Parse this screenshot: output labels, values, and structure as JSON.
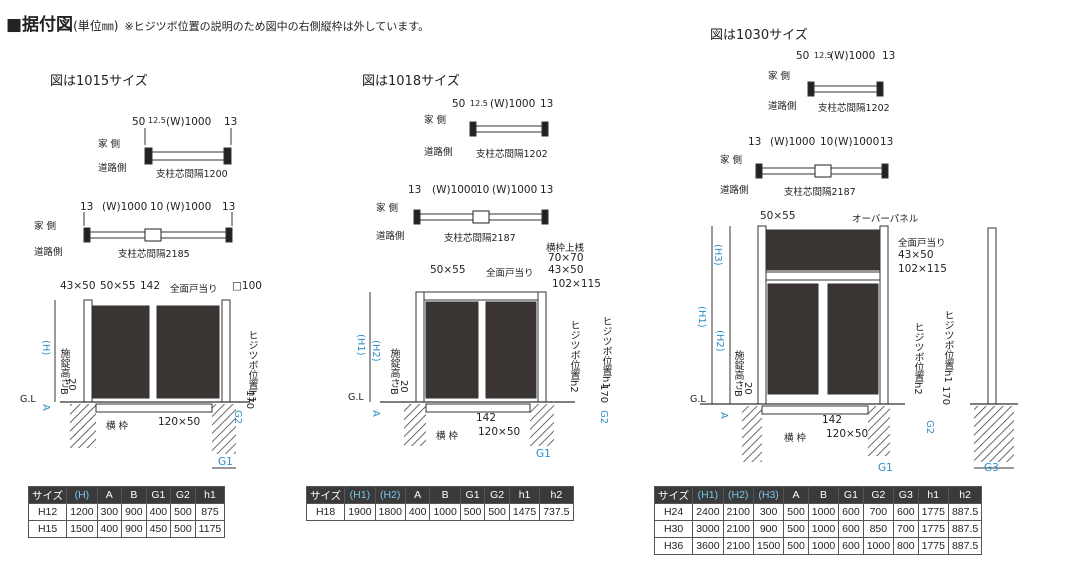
{
  "header": {
    "title": "■据付図",
    "unit": "(単位㎜)",
    "note": "※ヒジツボ位置の説明のため図中の右側縦枠は外しています。"
  },
  "captions": {
    "c1015": "図は1015サイズ",
    "c1018": "図は1018サイズ",
    "c1030": "図は1030サイズ"
  },
  "labels": {
    "house": "家 側",
    "road": "道路側",
    "gl": "G.L",
    "crossframe": "横 枠",
    "fullstop": "全面戸当り",
    "overpanel": "オーバーパネル",
    "topframe_1": "横枠上桟",
    "topframe_2": "70×70",
    "lockheight": "施錠高さB",
    "hinge_h1": "ヒジツボ位置h1",
    "hinge_h2": "ヒジツボ位置h2",
    "a": "A",
    "g1": "G1",
    "g2": "G2",
    "g3": "G3",
    "h": "(H)",
    "h1": "(H1)",
    "h2": "(H2)",
    "h3": "(H3)",
    "d20": "20",
    "d170": "170",
    "d142": "142",
    "d120x50": "120×50",
    "d43x50": "43×50",
    "d50x55": "50×55",
    "d100": "□100",
    "d102x115": "102×115"
  },
  "plans": {
    "p1015_single": {
      "left": "50",
      "gap": "12.5",
      "w": "(W)1000",
      "right": "13",
      "span": "支柱芯間隔1200"
    },
    "p1015_double": {
      "left": "13",
      "w1": "(W)1000",
      "mid": "10",
      "w2": "(W)1000",
      "right": "13",
      "span": "支柱芯間隔2185"
    },
    "p1018_single": {
      "left": "50",
      "gap": "12.5",
      "w": "(W)1000",
      "right": "13",
      "span": "支柱芯間隔1202"
    },
    "p1018_double": {
      "left": "13",
      "w1": "(W)1000",
      "mid": "10",
      "w2": "(W)1000",
      "right": "13",
      "span": "支柱芯間隔2187"
    },
    "p1030_single": {
      "left": "50",
      "gap": "12.5",
      "w": "(W)1000",
      "right": "13",
      "span": "支柱芯間隔1202"
    },
    "p1030_double": {
      "left": "13",
      "w1": "(W)1000",
      "mid": "10",
      "w2": "(W)1000",
      "right": "13",
      "span": "支柱芯間隔2187"
    }
  },
  "tables": {
    "t1015": {
      "headers": [
        "サイズ",
        "(H)",
        "A",
        "B",
        "G1",
        "G2",
        "h1"
      ],
      "rows": [
        [
          "H12",
          "1200",
          "300",
          "900",
          "400",
          "500",
          "875"
        ],
        [
          "H15",
          "1500",
          "400",
          "900",
          "450",
          "500",
          "1175"
        ]
      ]
    },
    "t1018": {
      "headers": [
        "サイズ",
        "(H1)",
        "(H2)",
        "A",
        "B",
        "G1",
        "G2",
        "h1",
        "h2"
      ],
      "rows": [
        [
          "H18",
          "1900",
          "1800",
          "400",
          "1000",
          "500",
          "500",
          "1475",
          "737.5"
        ]
      ]
    },
    "t1030": {
      "headers": [
        "サイズ",
        "(H1)",
        "(H2)",
        "(H3)",
        "A",
        "B",
        "G1",
        "G2",
        "G3",
        "h1",
        "h2"
      ],
      "rows": [
        [
          "H24",
          "2400",
          "2100",
          "300",
          "500",
          "1000",
          "600",
          "700",
          "600",
          "1775",
          "887.5"
        ],
        [
          "H30",
          "3000",
          "2100",
          "900",
          "500",
          "1000",
          "600",
          "850",
          "700",
          "1775",
          "887.5"
        ],
        [
          "H36",
          "3600",
          "2100",
          "1500",
          "500",
          "1000",
          "600",
          "1000",
          "800",
          "1775",
          "887.5"
        ]
      ]
    }
  }
}
